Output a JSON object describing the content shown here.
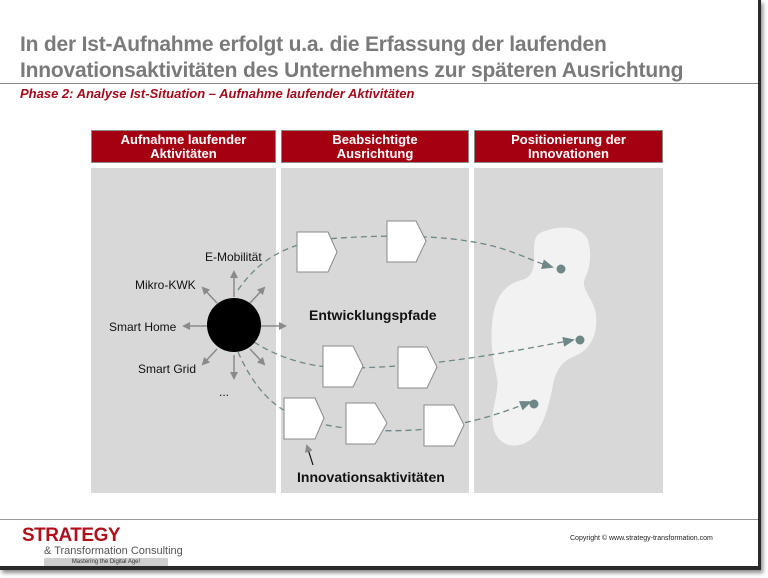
{
  "header": {
    "title_line1": "In der Ist-Aufnahme erfolgt u.a. die Erfassung der laufenden",
    "title_line2": "Innovationsaktivitäten des Unternehmens zur späteren Ausrichtung",
    "subtitle": "Phase 2: Analyse Ist-Situation – Aufnahme laufender Aktivitäten"
  },
  "columns": [
    {
      "line1": "Aufnahme laufender",
      "line2": "Aktivitäten"
    },
    {
      "line1": "Beabsichtigte",
      "line2": "Ausrichtung"
    },
    {
      "line1": "Positionierung der",
      "line2": "Innovationen"
    }
  ],
  "hub": {
    "labels": [
      "E-Mobilität",
      "Mikro-KWK",
      "Smart Home",
      "Smart Grid",
      "..."
    ]
  },
  "diagram": {
    "paths_label": "Entwicklungspfade",
    "activities_label": "Innovationsaktivitäten"
  },
  "colors": {
    "brand_red": "#a50012",
    "column_bg": "#d8d8d8",
    "cloud_bg": "#f2f2f2",
    "path_color": "#6f8787",
    "arrow_gray": "#8a8a8a"
  },
  "footer": {
    "logo_main": "STRATEGY",
    "logo_sub": "& Transformation Consulting",
    "logo_tagline": "Mastering the Digital Age!",
    "copyright": "Copyright © www.strategy-transformation.com"
  }
}
